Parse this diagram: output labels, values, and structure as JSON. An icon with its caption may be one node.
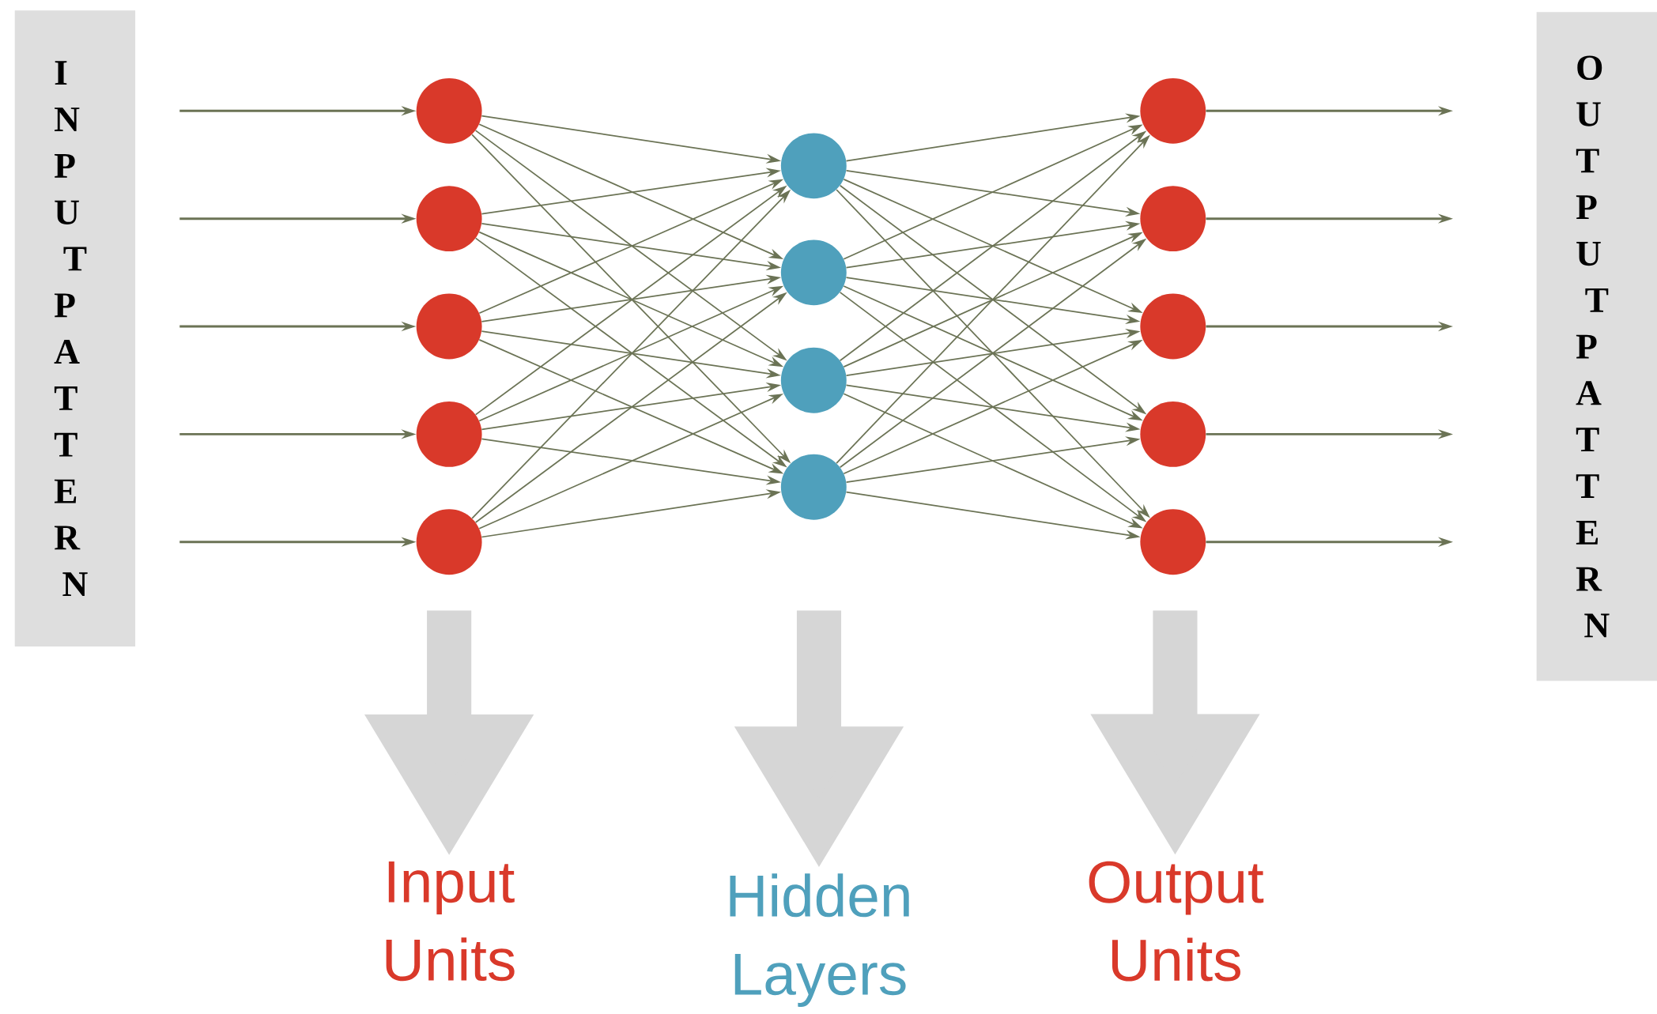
{
  "diagram": {
    "nodes": [
      {
        "text": [
          "INPUT PATTERN"
        ]
      },
      {
        "text": [],
        "shape": "circle"
      },
      {
        "text": [],
        "shape": "circle"
      },
      {
        "text": [],
        "shape": "circle"
      },
      {
        "text": [],
        "shape": "circle"
      },
      {
        "text": [],
        "shape": "circle"
      },
      {
        "text": [],
        "shape": "circle"
      },
      {
        "text": [],
        "shape": "circle"
      },
      {
        "text": [],
        "shape": "circle"
      },
      {
        "text": [],
        "shape": "circle"
      },
      {
        "text": [],
        "shape": "circle"
      },
      {
        "text": [],
        "shape": "circle"
      },
      {
        "text": [],
        "shape": "circle"
      },
      {
        "text": [],
        "shape": "circle"
      },
      {
        "text": [],
        "shape": "circle"
      },
      {
        "text": [
          "OUTPUT PATTERN"
        ]
      },
      {
        "text": [
          "Input Units"
        ]
      },
      {
        "text": [
          "Hidden Layers"
        ]
      },
      {
        "text": [
          "Output Units"
        ]
      }
    ],
    "edges": [
      {
        "from": null,
        "to": 1,
        "arrow": "to"
      },
      {
        "from": null,
        "to": 2,
        "arrow": "to"
      },
      {
        "from": null,
        "to": 3,
        "arrow": "to"
      },
      {
        "from": null,
        "to": 4,
        "arrow": "to"
      },
      {
        "from": null,
        "to": 5,
        "arrow": "to"
      },
      {
        "from": 1,
        "to": 6,
        "arrow": "to"
      },
      {
        "from": 1,
        "to": 7,
        "arrow": "to"
      },
      {
        "from": 1,
        "to": 8,
        "arrow": "to"
      },
      {
        "from": 1,
        "to": 9,
        "arrow": "to"
      },
      {
        "from": 2,
        "to": 6,
        "arrow": "to"
      },
      {
        "from": 2,
        "to": 7,
        "arrow": "to"
      },
      {
        "from": 2,
        "to": 8,
        "arrow": "to"
      },
      {
        "from": 2,
        "to": 9,
        "arrow": "to"
      },
      {
        "from": 3,
        "to": 6,
        "arrow": "to"
      },
      {
        "from": 3,
        "to": 7,
        "arrow": "to"
      },
      {
        "from": 3,
        "to": 8,
        "arrow": "to"
      },
      {
        "from": 3,
        "to": 9,
        "arrow": "to"
      },
      {
        "from": 4,
        "to": 6,
        "arrow": "to"
      },
      {
        "from": 4,
        "to": 7,
        "arrow": "to"
      },
      {
        "from": 4,
        "to": 8,
        "arrow": "to"
      },
      {
        "from": 4,
        "to": 9,
        "arrow": "to"
      },
      {
        "from": 5,
        "to": 6,
        "arrow": "to"
      },
      {
        "from": 5,
        "to": 7,
        "arrow": "to"
      },
      {
        "from": 5,
        "to": 8,
        "arrow": "to"
      },
      {
        "from": 5,
        "to": 9,
        "arrow": "to"
      },
      {
        "from": 6,
        "to": 10,
        "arrow": "to"
      },
      {
        "from": 6,
        "to": 11,
        "arrow": "to"
      },
      {
        "from": 6,
        "to": 12,
        "arrow": "to"
      },
      {
        "from": 6,
        "to": 13,
        "arrow": "to"
      },
      {
        "from": 6,
        "to": 14,
        "arrow": "to"
      },
      {
        "from": 7,
        "to": 10,
        "arrow": "to"
      },
      {
        "from": 7,
        "to": 11,
        "arrow": "to"
      },
      {
        "from": 7,
        "to": 12,
        "arrow": "to"
      },
      {
        "from": 7,
        "to": 13,
        "arrow": "to"
      },
      {
        "from": 7,
        "to": 14,
        "arrow": "to"
      },
      {
        "from": 8,
        "to": 10,
        "arrow": "to"
      },
      {
        "from": 8,
        "to": 11,
        "arrow": "to"
      },
      {
        "from": 8,
        "to": 12,
        "arrow": "to"
      },
      {
        "from": 8,
        "to": 13,
        "arrow": "to"
      },
      {
        "from": 8,
        "to": 14,
        "arrow": "to"
      },
      {
        "from": 9,
        "to": 10,
        "arrow": "to"
      },
      {
        "from": 9,
        "to": 11,
        "arrow": "to"
      },
      {
        "from": 9,
        "to": 12,
        "arrow": "to"
      },
      {
        "from": 9,
        "to": 13,
        "arrow": "to"
      },
      {
        "from": 9,
        "to": 14,
        "arrow": "to"
      },
      {
        "from": 10,
        "to": null,
        "arrow": "to"
      },
      {
        "from": 11,
        "to": null,
        "arrow": "to"
      },
      {
        "from": 12,
        "to": null,
        "arrow": "to"
      },
      {
        "from": 13,
        "to": null,
        "arrow": "to"
      },
      {
        "from": 14,
        "to": null,
        "arrow": "to"
      },
      {
        "from": null,
        "to": 16,
        "arrow": "to",
        "style": "thick",
        "color": "#d6d6d6"
      },
      {
        "from": null,
        "to": 17,
        "arrow": "to",
        "style": "thick",
        "color": "#d6d6d6"
      },
      {
        "from": null,
        "to": 18,
        "arrow": "to",
        "style": "thick",
        "color": "#d6d6d6"
      }
    ]
  }
}
